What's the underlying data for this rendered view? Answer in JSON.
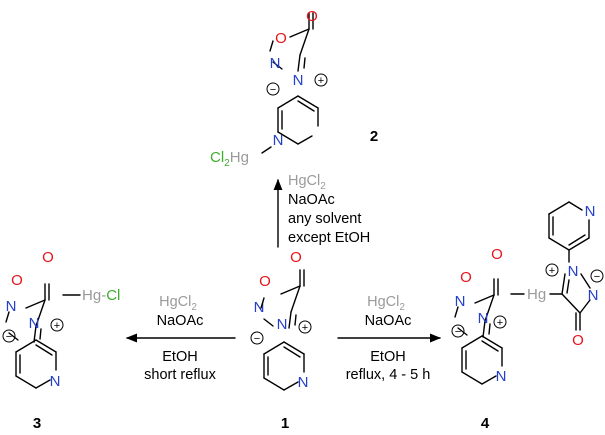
{
  "colors": {
    "oxygen": "#e8141c",
    "nitrogen": "#2440c8",
    "mercury": "#9a9a9a",
    "chlorine": "#3dae2b",
    "text": "#000000"
  },
  "atoms": {
    "O": "O",
    "N": "N",
    "Hg": "Hg",
    "Cl": "Cl",
    "Cl_sub": "2",
    "Hg_dash": "-"
  },
  "charges": {
    "plus": "+",
    "minus": "−"
  },
  "compounds": {
    "c1": "1",
    "c2": "2",
    "c3": "3",
    "c4": "4"
  },
  "reactions": {
    "to2": {
      "reagent_main": "HgCl",
      "reagent_sub": "2",
      "line1": "NaOAc",
      "line2": "any solvent",
      "line3": "except EtOH"
    },
    "to3": {
      "reagent_main": "HgCl",
      "reagent_sub": "2",
      "line1": "NaOAc",
      "line2": "EtOH",
      "line3": "short reflux"
    },
    "to4": {
      "reagent_main": "HgCl",
      "reagent_sub": "2",
      "line1": "NaOAc",
      "line2": "EtOH",
      "line3": "reflux, 4 - 5 h"
    }
  }
}
